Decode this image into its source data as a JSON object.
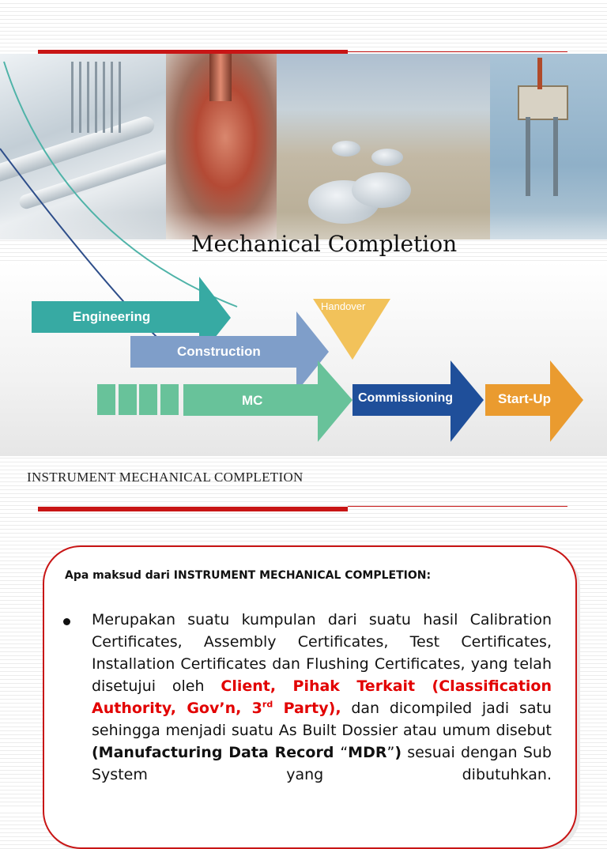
{
  "slide1": {
    "title": "Mechanical Completion",
    "flow": {
      "engineering": "Engineering",
      "construction": "Construction",
      "handover": "Handover",
      "mc": "MC",
      "commissioning": "Commissioning",
      "startup": "Start-Up"
    },
    "colors": {
      "engineering": "#37aaa3",
      "construction": "#7f9ec9",
      "handover": "#f2c25a",
      "mc": "#68c29a",
      "commissioning": "#1f4f9a",
      "startup": "#ea9b2f",
      "accent_red": "#c81515"
    }
  },
  "slide2": {
    "heading": "INSTRUMENT MECHANICAL COMPLETION",
    "question": "Apa maksud dari INSTRUMENT MECHANICAL COMPLETION:",
    "bullet": {
      "t1": "Merupakan suatu kumpulan dari suatu hasil Calibration Certificates, Assembly Certificates, Test Certificates, Installation Certificates dan Flushing Certificates, yang telah disetujui oleh ",
      "red1": "Client, Pihak Terkait (Classification Authority, Gov’n, 3",
      "red_sup": "rd",
      "red2": " Party),",
      "t2": " dan dicompiled jadi satu sehingga menjadi suatu As Built Dossier atau umum disebut ",
      "b1": "(Manufacturing Data Record ",
      "q_open": "“",
      "b2": "MDR",
      "q_close": "”",
      "b3": ")",
      "t3": " sesuai dengan Sub System yang dibutuhkan."
    }
  }
}
